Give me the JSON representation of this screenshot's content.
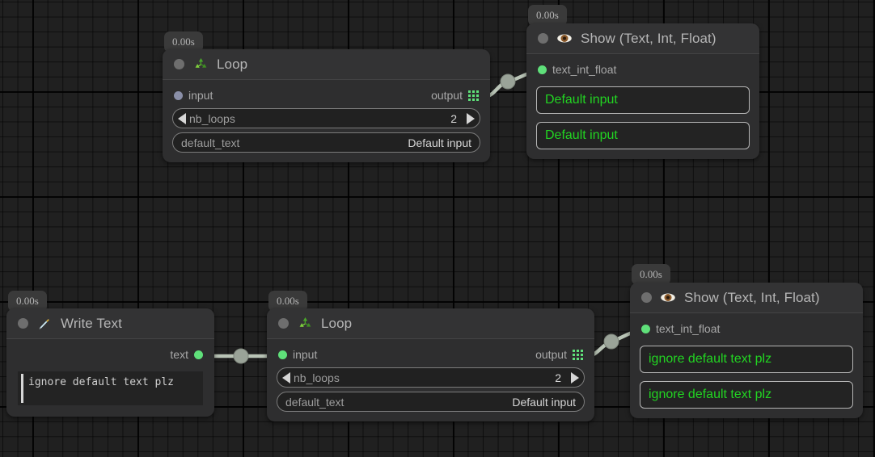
{
  "canvas": {
    "background": "#202020",
    "grid_minor": "#191919",
    "grid_major": "#0d0d0d"
  },
  "colors": {
    "node_header": "#333334",
    "node_body": "#2e2e2f",
    "port_green": "#5fe07a",
    "port_blue": "#8a8fa8",
    "value_green": "#22d422",
    "link": "#b9c4b6",
    "badge_bg": "#3a3a3a"
  },
  "nodes": [
    {
      "id": "loop-top",
      "timestamp": "0.00s",
      "title": "Loop",
      "icon": "recycle-icon",
      "ports": {
        "input_label": "input",
        "input_state": "blue",
        "output_label": "output"
      },
      "fields": [
        {
          "name": "nb_loops",
          "value": "2",
          "type": "stepper"
        },
        {
          "name": "default_text",
          "value": "Default input",
          "type": "text"
        }
      ]
    },
    {
      "id": "show-top",
      "timestamp": "0.00s",
      "title": "Show (Text, Int, Float)",
      "icon": "eye-icon",
      "ports": {
        "input_label": "text_int_float",
        "input_state": "green"
      },
      "outputs": [
        "Default input",
        "Default input"
      ]
    },
    {
      "id": "write-text",
      "timestamp": "0.00s",
      "title": "Write Text",
      "icon": "pen-nib-icon",
      "ports": {
        "output_label": "text",
        "output_state": "green"
      },
      "editor_text": "ignore default text plz"
    },
    {
      "id": "loop-bottom",
      "timestamp": "0.00s",
      "title": "Loop",
      "icon": "recycle-icon",
      "ports": {
        "input_label": "input",
        "input_state": "green",
        "output_label": "output"
      },
      "fields": [
        {
          "name": "nb_loops",
          "value": "2",
          "type": "stepper"
        },
        {
          "name": "default_text",
          "value": "Default input",
          "type": "text"
        }
      ]
    },
    {
      "id": "show-bottom",
      "timestamp": "0.00s",
      "title": "Show (Text, Int, Float)",
      "icon": "eye-icon",
      "ports": {
        "input_label": "text_int_float",
        "input_state": "green"
      },
      "outputs": [
        "ignore default text plz",
        "ignore default text plz"
      ]
    }
  ]
}
